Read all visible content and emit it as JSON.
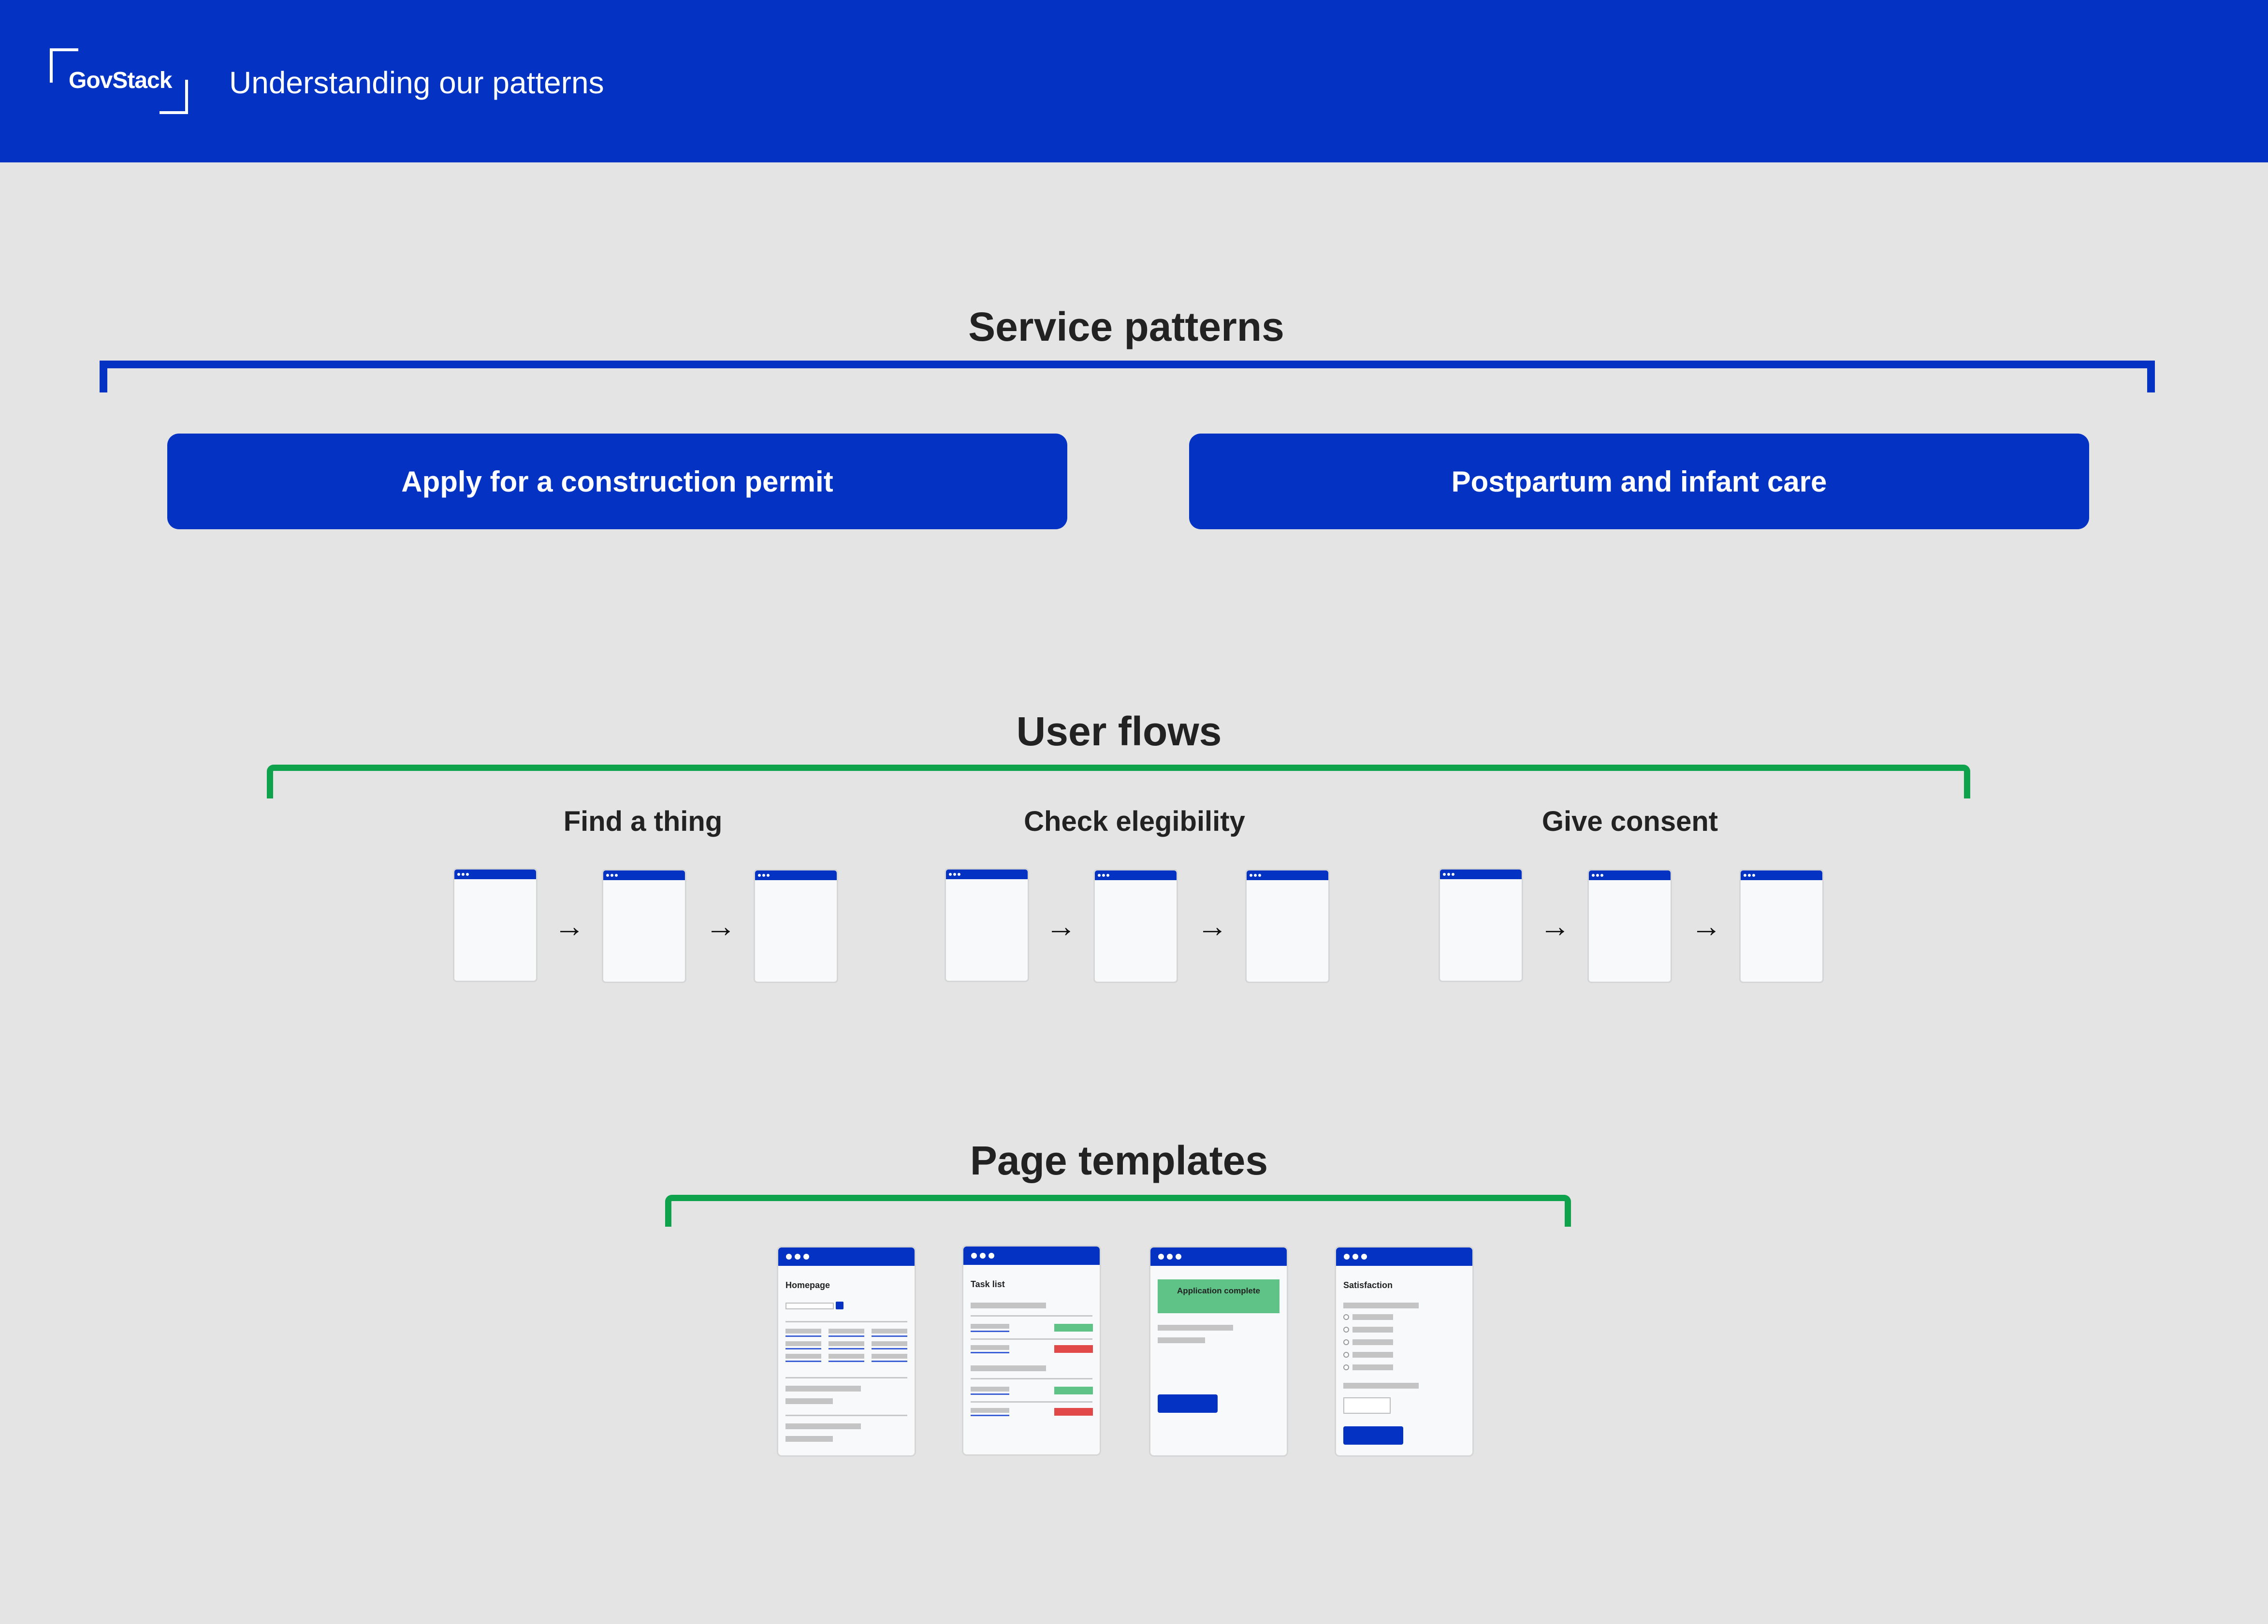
{
  "header": {
    "logo_text": "GovStack",
    "title": "Understanding our patterns",
    "brand_color": "#0433c4"
  },
  "service_patterns": {
    "title": "Service patterns",
    "items": [
      {
        "label": "Apply for a construction permit"
      },
      {
        "label": "Postpartum and infant care"
      }
    ]
  },
  "user_flows": {
    "title": "User flows",
    "flows": [
      {
        "title": "Find a thing"
      },
      {
        "title": "Check elegibility"
      },
      {
        "title": "Give consent"
      }
    ],
    "arrow_glyph": "→"
  },
  "page_templates": {
    "title": "Page templates",
    "templates": [
      {
        "label": "Homepage"
      },
      {
        "label": "Task list"
      },
      {
        "label": "Application complete"
      },
      {
        "label": "Satisfaction"
      }
    ]
  },
  "colors": {
    "background": "#e4e4e4",
    "service_bracket": "#0433c4",
    "flow_bracket": "#0fa24c",
    "success_tag": "#5fc287",
    "error_tag": "#e14848"
  }
}
